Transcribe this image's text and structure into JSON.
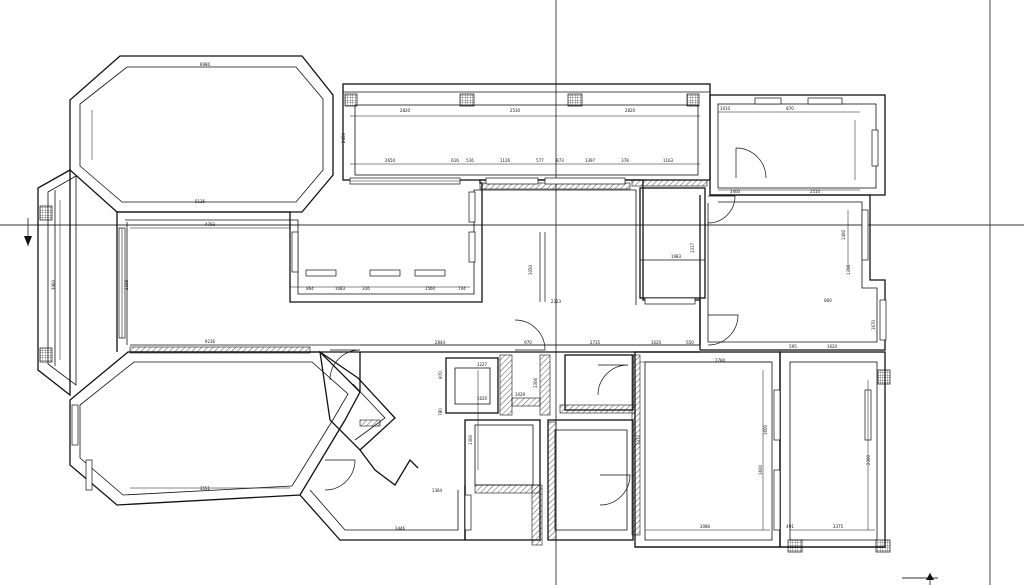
{
  "dimensions": [
    {
      "id": "oct-top",
      "text": "6980"
    },
    {
      "id": "oct-inner",
      "text": "5136"
    },
    {
      "id": "top-room-1",
      "text": "2820"
    },
    {
      "id": "top-room-2",
      "text": "2530"
    },
    {
      "id": "top-room-3",
      "text": "2820"
    },
    {
      "id": "top-small-1",
      "text": "1010"
    },
    {
      "id": "top-small-2",
      "text": "870"
    },
    {
      "id": "side-245",
      "text": "2450"
    },
    {
      "id": "row-2650",
      "text": "2650"
    },
    {
      "id": "row-616",
      "text": "616"
    },
    {
      "id": "row-516",
      "text": "516"
    },
    {
      "id": "row-1126",
      "text": "1126"
    },
    {
      "id": "row-577",
      "text": "577"
    },
    {
      "id": "row-873",
      "text": "873"
    },
    {
      "id": "row-1397",
      "text": "1397"
    },
    {
      "id": "row-378",
      "text": "378"
    },
    {
      "id": "row-1163",
      "text": "1163"
    },
    {
      "id": "living-4793",
      "text": "4793"
    },
    {
      "id": "living-9236",
      "text": "9236"
    },
    {
      "id": "living-2328",
      "text": "2328"
    },
    {
      "id": "left-3960",
      "text": "3960"
    },
    {
      "id": "bay-864",
      "text": "864"
    },
    {
      "id": "bay-1083",
      "text": "1083"
    },
    {
      "id": "bay-316",
      "text": "316"
    },
    {
      "id": "bay-1560",
      "text": "1560"
    },
    {
      "id": "bay-744",
      "text": "744"
    },
    {
      "id": "inner-1050",
      "text": "1050"
    },
    {
      "id": "inner-2323",
      "text": "2323"
    },
    {
      "id": "inner-1983",
      "text": "1983"
    },
    {
      "id": "inner-1317",
      "text": "1317"
    },
    {
      "id": "right-3400",
      "text": "3400"
    },
    {
      "id": "right-2510",
      "text": "2510"
    },
    {
      "id": "right-1400",
      "text": "1400"
    },
    {
      "id": "right-1316",
      "text": "1316"
    },
    {
      "id": "right-800",
      "text": "800"
    },
    {
      "id": "right-1670",
      "text": "1670"
    },
    {
      "id": "mid-2844",
      "text": "2844"
    },
    {
      "id": "mid-970",
      "text": "970"
    },
    {
      "id": "mid-2735",
      "text": "2735"
    },
    {
      "id": "mid-1620",
      "text": "1620"
    },
    {
      "id": "mid-650",
      "text": "650"
    },
    {
      "id": "br-2780",
      "text": "2780"
    },
    {
      "id": "br-595",
      "text": "595"
    },
    {
      "id": "br-1620",
      "text": "1620"
    },
    {
      "id": "bot-3551",
      "text": "3551"
    },
    {
      "id": "bot-3446",
      "text": "3446"
    },
    {
      "id": "bot-1364",
      "text": "1364"
    },
    {
      "id": "bot-3086",
      "text": "3086"
    },
    {
      "id": "bot-491",
      "text": "491"
    },
    {
      "id": "bot-3375",
      "text": "3375"
    },
    {
      "id": "br-1600",
      "text": "1600"
    },
    {
      "id": "br-2300",
      "text": "2300"
    },
    {
      "id": "sm-1227",
      "text": "1227"
    },
    {
      "id": "sm-1620",
      "text": "1620"
    },
    {
      "id": "sm-1306",
      "text": "1306"
    },
    {
      "id": "sm-1029",
      "text": "1029"
    },
    {
      "id": "sm-1317",
      "text": "1317"
    },
    {
      "id": "vb-1300",
      "text": "1300"
    },
    {
      "id": "vb-1600",
      "text": "1600"
    },
    {
      "id": "vb-870",
      "text": "870"
    },
    {
      "id": "vb-780",
      "text": "780"
    }
  ]
}
